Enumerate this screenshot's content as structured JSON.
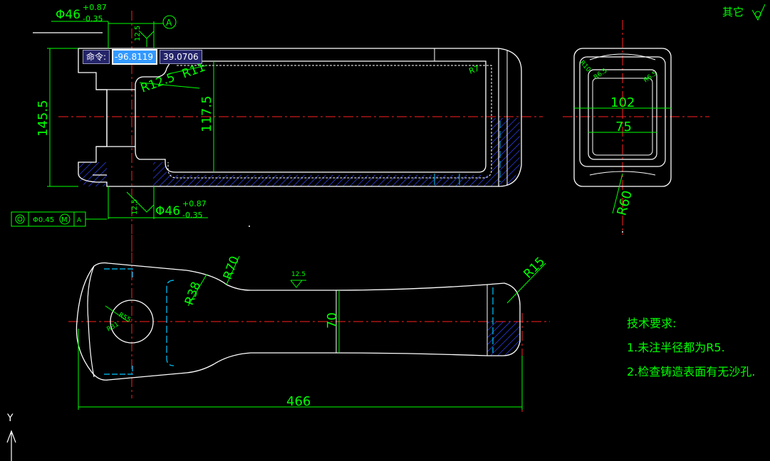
{
  "colors": {
    "background": "#000000",
    "outline": "#ffffff",
    "dimension": "#00ff00",
    "centerline": "#ff2020",
    "hatch": "#3344ff",
    "hidden": "#00c8ff"
  },
  "command_tooltip": {
    "label": "命令:",
    "x_value": "-96.8119",
    "y_value": "39.0706"
  },
  "top_view": {
    "diameter_top": "Φ46",
    "tol_top_plus": "+0.87",
    "tol_top_minus": "-0.35",
    "datum_label": "A",
    "rough_top": "12.5",
    "r11": "R11",
    "r12_5": "R12.5",
    "r7": "R7",
    "height_total": "145.5",
    "height_inner": "117.5",
    "diameter_bottom": "Φ46",
    "tol_bottom_plus": "+0.87",
    "tol_bottom_minus": "-0.35",
    "rough_bottom": "12.5",
    "fcf_value": "Φ0.45",
    "fcf_modifier": "M",
    "fcf_datum": "A"
  },
  "side_view": {
    "r10": "R10",
    "r6_5": "R6.5",
    "r6_5_b": "R6.5",
    "width_outer": "102",
    "width_inner": "75",
    "r60": "R60"
  },
  "front_view": {
    "r70": "R70",
    "r38": "R38",
    "r15": "R15",
    "r55": "R55",
    "r31": "R31",
    "rough": "12.5",
    "height": "70",
    "length": "466"
  },
  "notes": {
    "title": "技术要求:",
    "line1": "1.未注半径都为R5.",
    "line2": "2.检查铸造表面有无沙孔."
  },
  "surface_other": "其它",
  "ucs": {
    "y_label": "Y"
  }
}
